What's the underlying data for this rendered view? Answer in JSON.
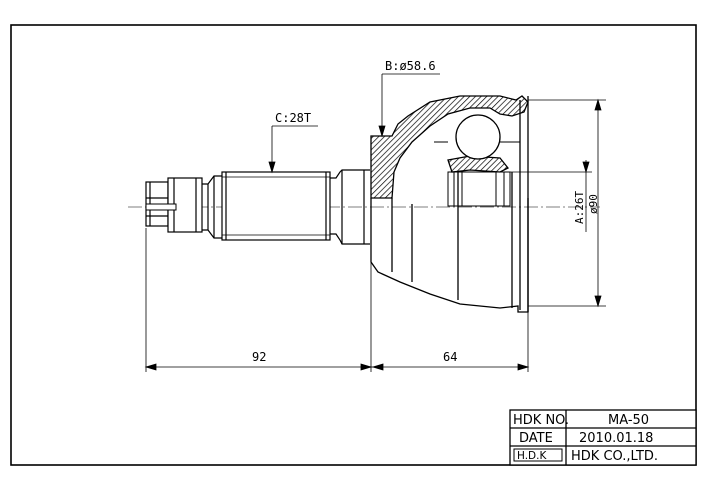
{
  "annotations": {
    "spline_c": "C:28T",
    "diameter_b": "B:ø58.6",
    "spline_a": "A:26T",
    "diameter_outer": "ø90"
  },
  "dimensions": {
    "shaft_length": "92",
    "bell_length": "64"
  },
  "title_block": {
    "part_no_label": "HDK NO.",
    "part_no_value": "MA-50",
    "date_label": "DATE",
    "date_value": "2010.01.18",
    "brand_logo": "H.D.K",
    "company": "HDK CO.,LTD."
  }
}
